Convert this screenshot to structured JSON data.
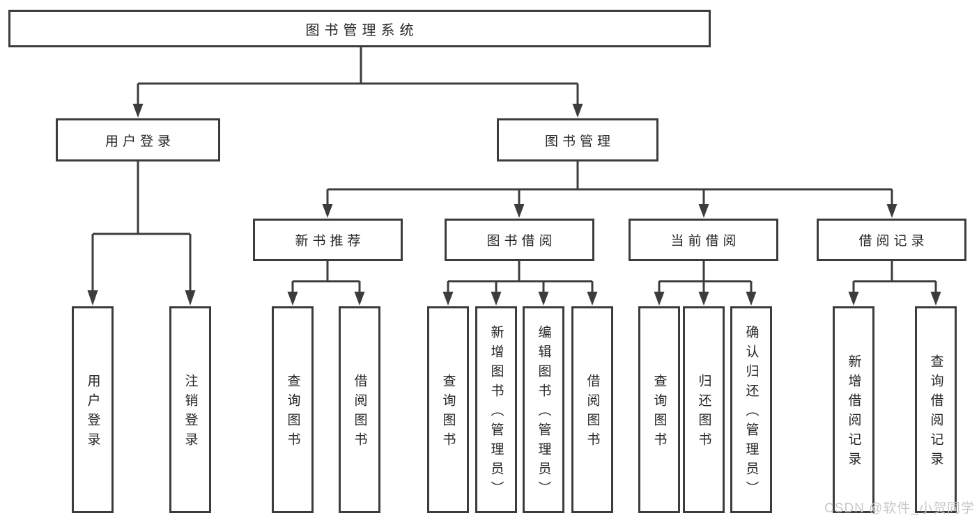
{
  "tree": {
    "root": {
      "label": "图书管理系统"
    },
    "branches": [
      {
        "label": "用户登录",
        "children": [
          {
            "label": "用户登录"
          },
          {
            "label": "注销登录"
          }
        ]
      },
      {
        "label": "图书管理",
        "children": [
          {
            "label": "新书推荐",
            "children": [
              {
                "label": "查询图书"
              },
              {
                "label": "借阅图书"
              }
            ]
          },
          {
            "label": "图书借阅",
            "children": [
              {
                "label": "查询图书"
              },
              {
                "label": "新增图书（管理员）"
              },
              {
                "label": "编辑图书（管理员）"
              },
              {
                "label": "借阅图书"
              }
            ]
          },
          {
            "label": "当前借阅",
            "children": [
              {
                "label": "查询图书"
              },
              {
                "label": "归还图书"
              },
              {
                "label": "确认归还（管理员）"
              }
            ]
          },
          {
            "label": "借阅记录",
            "children": [
              {
                "label": "新增借阅记录"
              },
              {
                "label": "查询借阅记录"
              }
            ]
          }
        ]
      }
    ]
  },
  "watermark": {
    "text": "CSDN @软件_小贺同学"
  },
  "colors": {
    "line": "#3c3c3c",
    "box_border": "#3c3c3c",
    "box_background": "#ffffff",
    "text": "#262626",
    "page_background": "#ffffff",
    "watermark_text": "#c8c8c8"
  }
}
